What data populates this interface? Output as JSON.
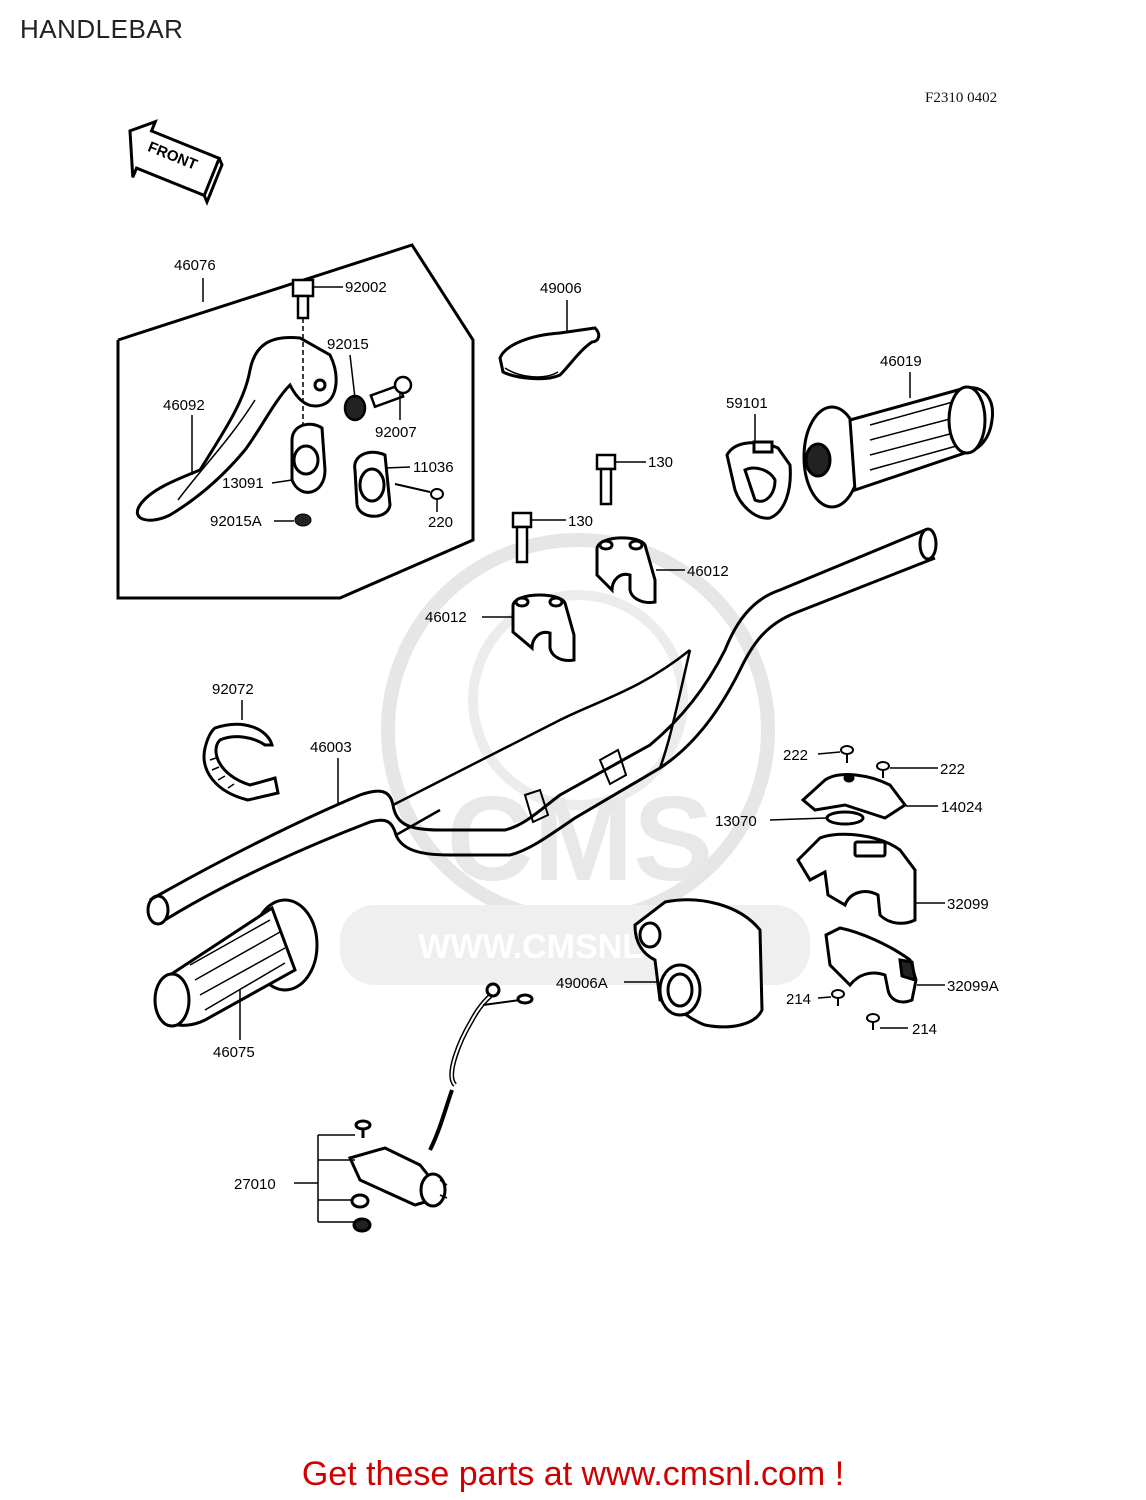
{
  "title": "HANDLEBAR",
  "diagram_code": "F2310 0402",
  "direction_label": "FRONT",
  "watermark": {
    "logo_text": "CMS",
    "url_text": "WWW.CMSNL.COM"
  },
  "parts": {
    "p46076": "46076",
    "p92002": "92002",
    "p92015": "92015",
    "p46092": "46092",
    "p92007": "92007",
    "p11036": "11036",
    "p13091": "13091",
    "p92015A": "92015A",
    "p220": "220",
    "p49006": "49006",
    "p46019": "46019",
    "p59101": "59101",
    "p130a": "130",
    "p130b": "130",
    "p46012a": "46012",
    "p46012b": "46012",
    "p92072": "92072",
    "p46003": "46003",
    "p222a": "222",
    "p222b": "222",
    "p14024": "14024",
    "p13070": "13070",
    "p32099": "32099",
    "p49006A": "49006A",
    "p32099A": "32099A",
    "p214a": "214",
    "p214b": "214",
    "p46075": "46075",
    "p27010": "27010"
  },
  "footer": "Get these parts at www.cmsnl.com !",
  "colors": {
    "footer": "#d00000",
    "line": "#000000",
    "watermark": "#e8e8e8"
  }
}
